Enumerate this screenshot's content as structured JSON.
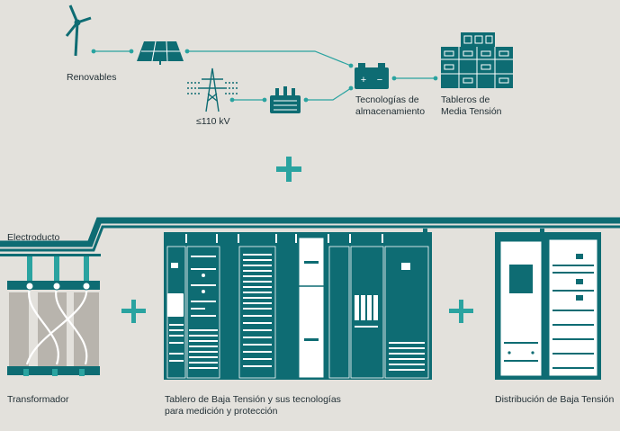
{
  "labels": {
    "renewables": "Renovables",
    "voltage": "≤110 kV",
    "storage_line1": "Tecnologías de",
    "storage_line2": "almacenamiento",
    "mv_line1": "Tableros de",
    "mv_line2": "Media Tensión",
    "busway": "Electroducto",
    "transformer": "Transformador",
    "lv_line1": "Tablero de Baja Tensión y sus tecnologías",
    "lv_line2": "para medición y protección",
    "distribution": "Distribución de Baja Tensión"
  },
  "colors": {
    "background": "#e3e1dc",
    "teal": "#0e6c73",
    "teal_light": "#2aa3a0",
    "white": "#ffffff",
    "text": "#1f2d33"
  }
}
